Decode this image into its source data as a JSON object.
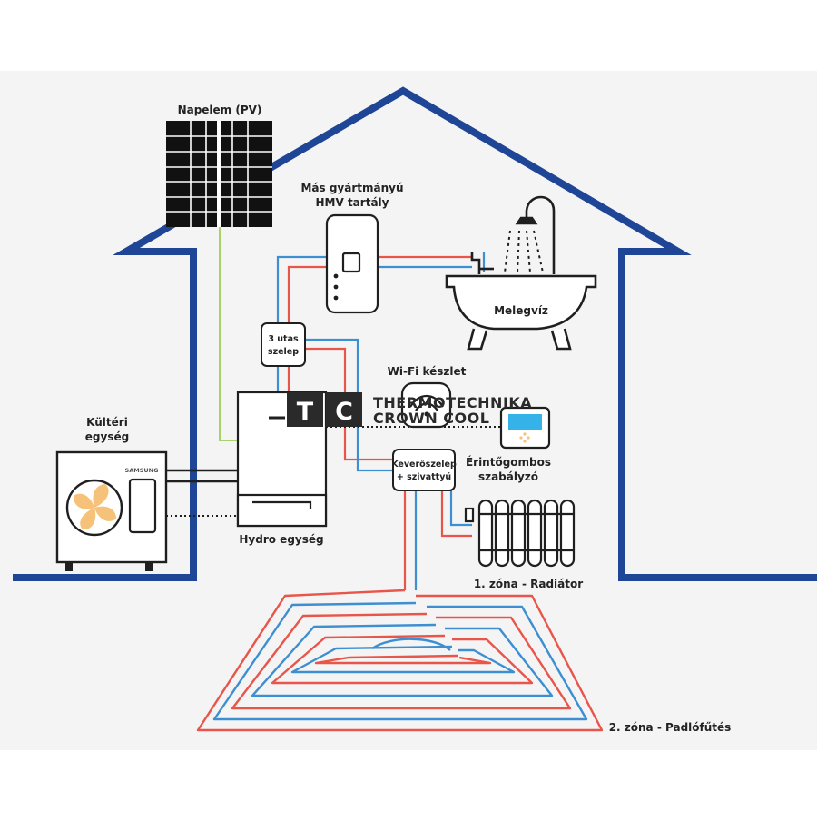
{
  "labels": {
    "pv": "Napelem (PV)",
    "tank_line1": "Más gyártmányú",
    "tank_line2": "HMV tartály",
    "hot_water": "Melegvíz",
    "valve_line1": "3 utas",
    "valve_line2": "szelep",
    "wifi": "Wi-Fi készlet",
    "outdoor_line1": "Kültéri",
    "outdoor_line2": "egység",
    "hydro": "Hydro egység",
    "mixer_line1": "Keverőszelep",
    "mixer_line2": "+ szivattyú",
    "controller_line1": "Érintőgombos",
    "controller_line2": "szabályzó",
    "zone1": "1. zóna - Radiátor",
    "zone2": "2. zóna - Padlófűtés",
    "brand": "SAMSUNG"
  },
  "watermark": {
    "logo": "TC",
    "line1": "THERMOTECHNIKA",
    "line2": "CROWN COOL"
  },
  "colors": {
    "house": "#1e4596",
    "pipe_hot": "#e8564b",
    "pipe_cold": "#3d8fd1",
    "solar_line": "#a6d46a",
    "fan": "#f6c27a",
    "screen": "#35b3e8",
    "outline": "#1f1f1f"
  }
}
